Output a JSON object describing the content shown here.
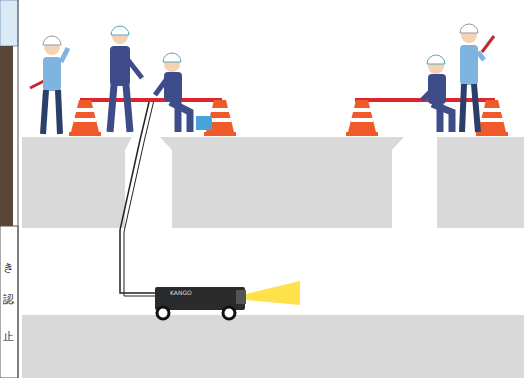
{
  "diagram": {
    "labels": [
      "き",
      "認",
      "止",
      "KANGO"
    ]
  }
}
